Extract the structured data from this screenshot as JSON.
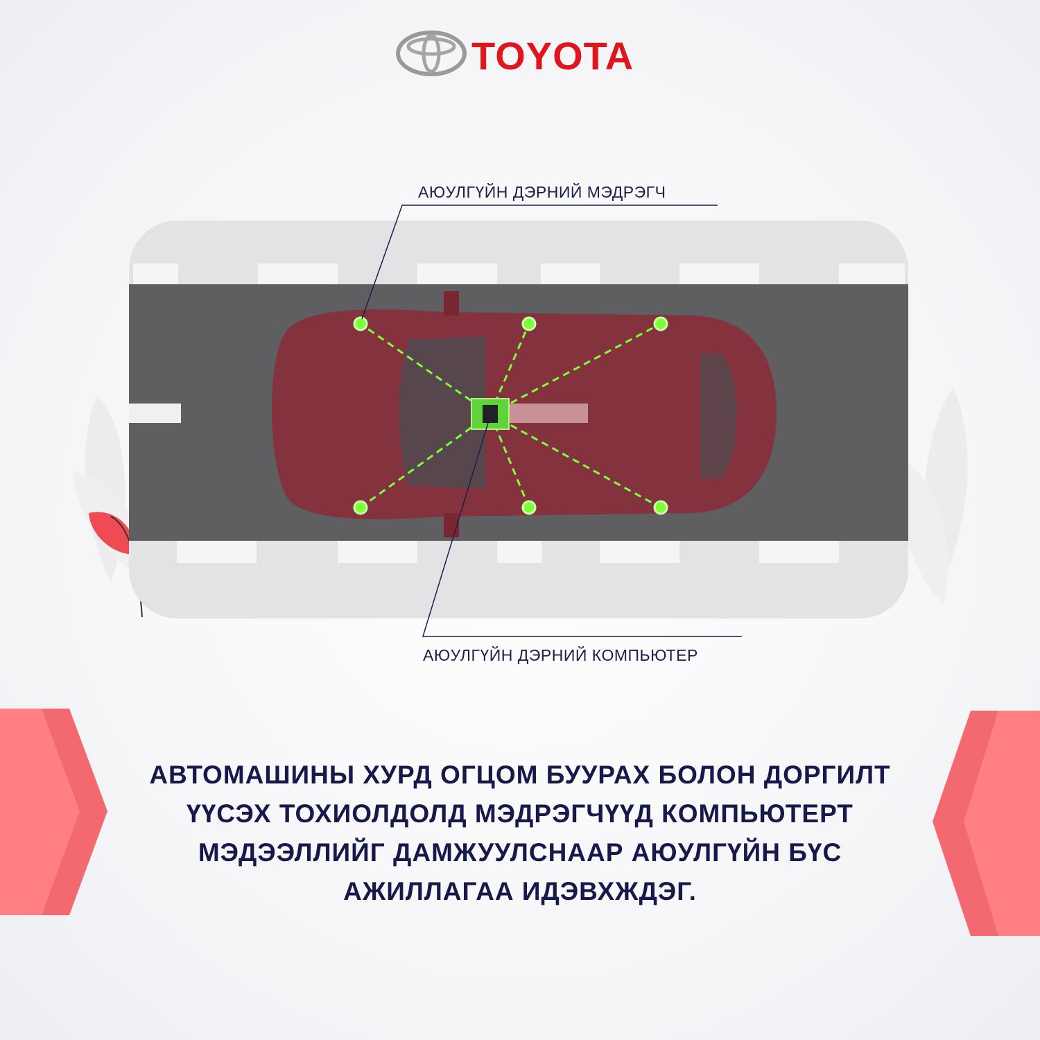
{
  "brand": {
    "name": "TOYOTA",
    "color": "#e0161e"
  },
  "diagram": {
    "sensor_label": "АЮУЛГҮЙН ДЭРНИЙ МЭДРЭГЧ",
    "computer_label": "АЮУЛГҮЙН ДЭРНИЙ КОМПЬЮТЕР",
    "sensor_color": "#7dff3a"
  },
  "caption": {
    "lines": [
      "АВТОМАШИНЫ ХУРД ОГЦОМ БУУРАХ БОЛОН ДОРГИЛТ",
      "ҮҮСЭХ ТОХИОЛДОЛД МЭДРЭГЧҮҮД КОМПЬЮТЕРТ",
      "МЭДЭЭЛЛИЙГ ДАМЖУУЛСНААР АЮУЛГҮЙН БҮС",
      "АЖИЛЛАГАА ИДЭВХЖДЭГ."
    ]
  }
}
